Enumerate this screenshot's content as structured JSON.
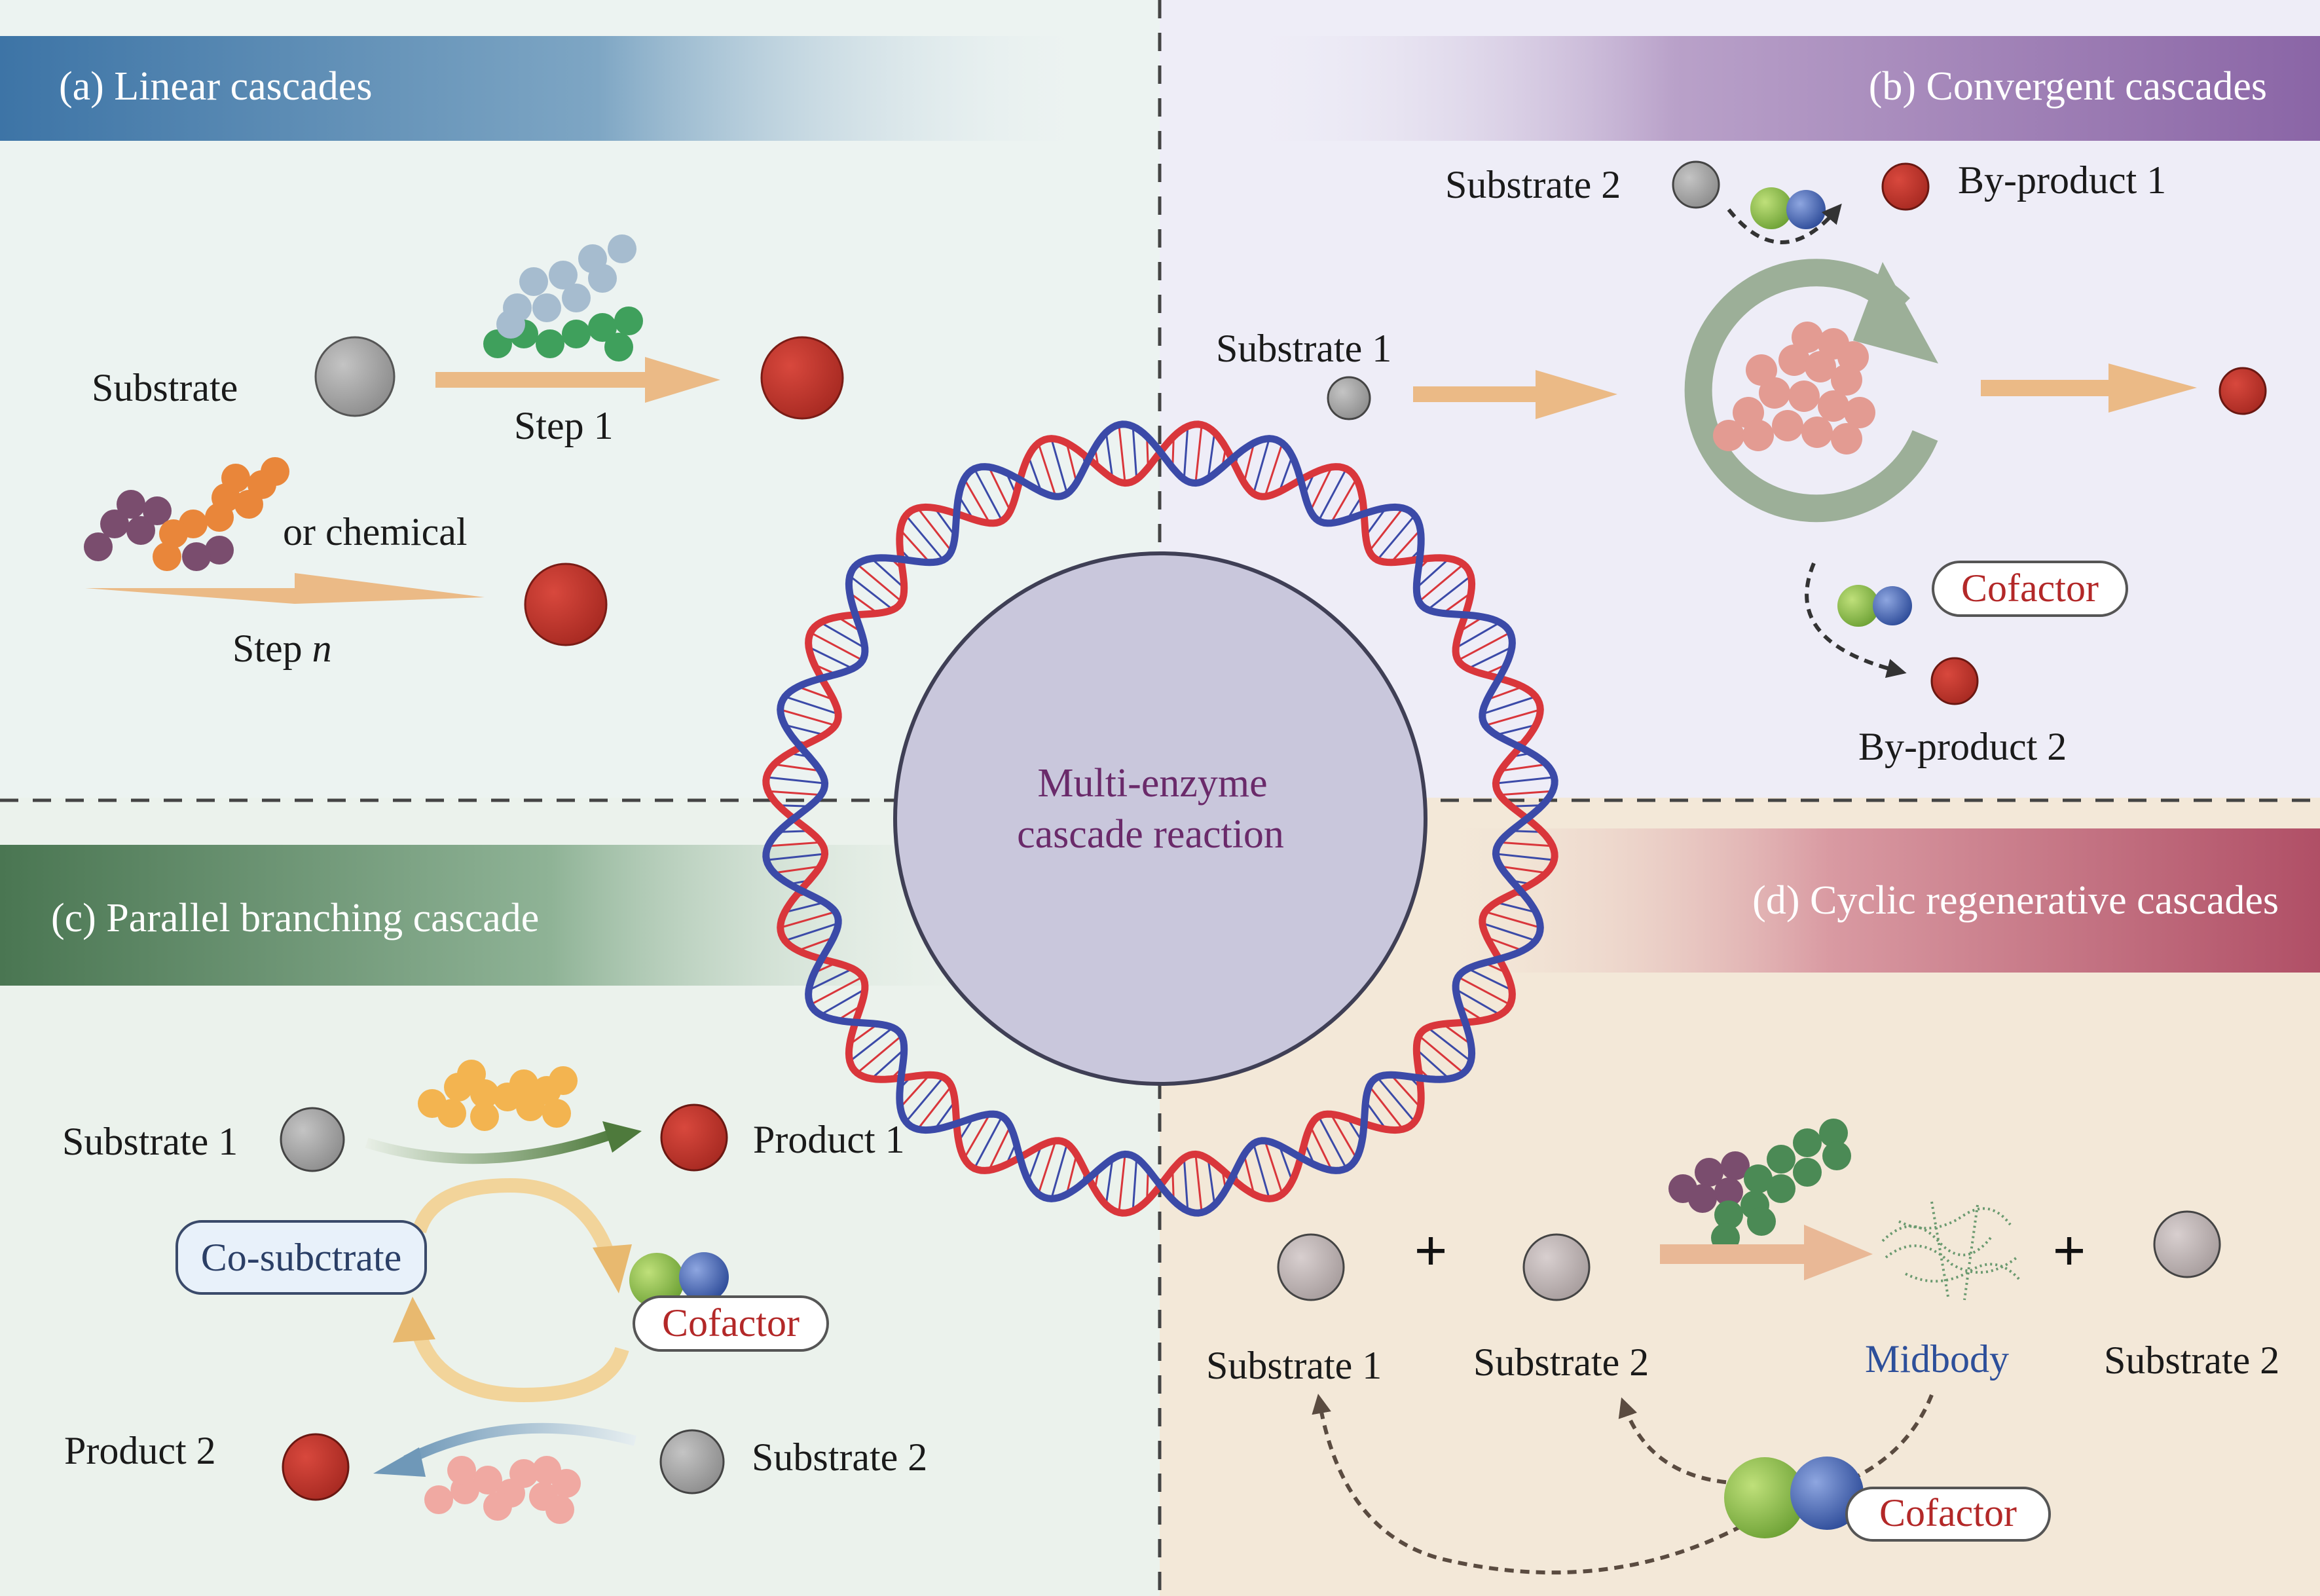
{
  "panels": {
    "a": {
      "title": "(a) Linear cascades",
      "substrate": "Substrate",
      "step1": "Step 1",
      "or_chemical": "or chemical",
      "step_n": "Step ",
      "step_n_italic": "n"
    },
    "b": {
      "title": "(b) Convergent cascades",
      "substrate2": "Substrate 2",
      "byproduct1": "By-product 1",
      "substrate1": "Substrate 1",
      "cofactor": "Cofactor",
      "byproduct2": "By-product 2"
    },
    "c": {
      "title": "(c) Parallel branching cascade",
      "substrate1": "Substrate 1",
      "product1": "Product 1",
      "cosubstrate": "Co-subctrate",
      "cofactor": "Cofactor",
      "product2": "Product 2",
      "substrate2": "Substrate 2"
    },
    "d": {
      "title": "(d) Cyclic regenerative cascades",
      "plus": "+",
      "substrate1": "Substrate 1",
      "substrate2": "Substrate 2",
      "midbody": "Midbody",
      "substrate2_right": "Substrate 2",
      "cofactor": "Cofactor"
    }
  },
  "center": {
    "line1": "Multi-enzyme",
    "line2": "cascade reaction"
  },
  "colors": {
    "panel_a_bg": "#ecf3f1",
    "panel_b_bg": "#eeedf7",
    "panel_c_bg": "#ebf2ec",
    "panel_d_bg": "#f3e8d8",
    "banner_a": "#3d74a6",
    "banner_b": "#8e6aa8",
    "banner_c": "#4d7a55",
    "banner_d": "#b0566a",
    "arrow": "#ebba86",
    "product_red": "#bf3a30",
    "substrate_gray": "#9a9a9a",
    "dna_red": "#d9363b",
    "dna_blue": "#3b4aa8",
    "center_circle": "#c9c7dc",
    "center_text": "#6a2a6a",
    "cofactor_red": "#b32828",
    "midbody_blue": "#2d4f9a"
  }
}
